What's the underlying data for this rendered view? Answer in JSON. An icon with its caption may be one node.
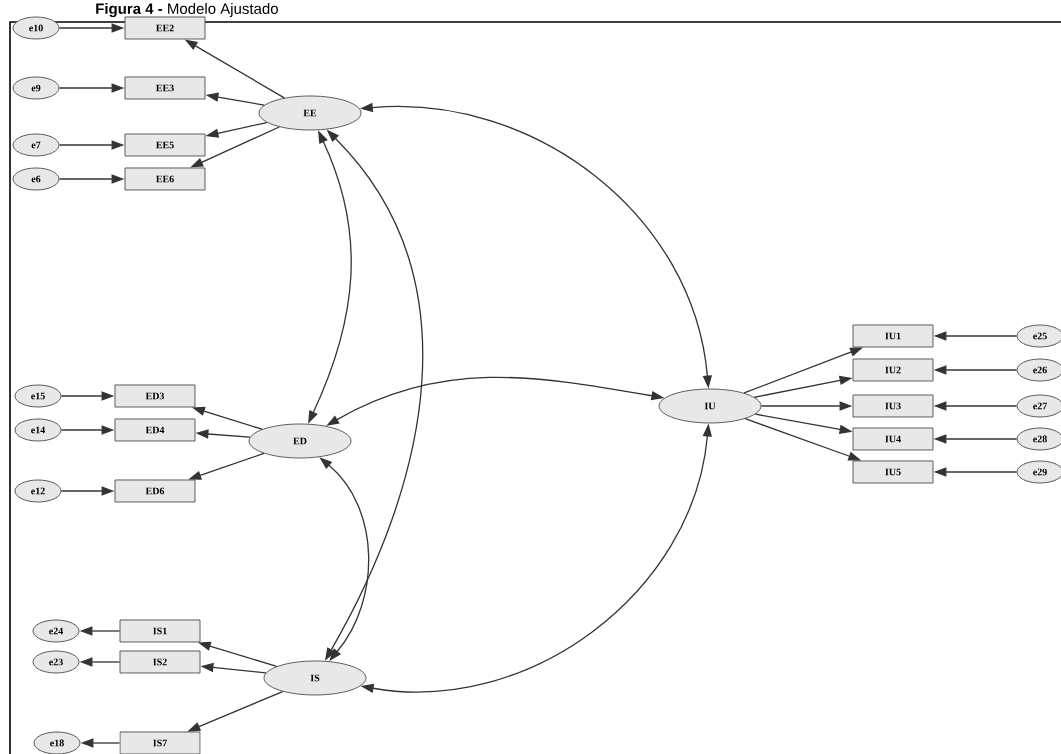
{
  "diagram": {
    "title": "**Figura 4 -** Modelo Ajustado",
    "nodes": [
      {
        "text": [
          "e10"
        ]
      },
      {
        "text": [
          "EE2"
        ]
      },
      {
        "text": [
          "e9"
        ]
      },
      {
        "text": [
          "EE3"
        ]
      },
      {
        "text": [
          "EE"
        ]
      },
      {
        "text": [
          "e7"
        ]
      },
      {
        "text": [
          "EE5"
        ]
      },
      {
        "text": [
          "e6"
        ]
      },
      {
        "text": [
          "EE6"
        ]
      },
      {
        "text": [
          "IU1"
        ]
      },
      {
        "text": [
          "e25"
        ]
      },
      {
        "text": [
          "IU2"
        ]
      },
      {
        "text": [
          "e26"
        ]
      },
      {
        "text": [
          "IU"
        ]
      },
      {
        "text": [
          "IU3"
        ]
      },
      {
        "text": [
          "e27"
        ]
      },
      {
        "text": [
          "IU4"
        ]
      },
      {
        "text": [
          "e28"
        ]
      },
      {
        "text": [
          "IU5"
        ]
      },
      {
        "text": [
          "e29"
        ]
      },
      {
        "text": [
          "e15"
        ]
      },
      {
        "text": [
          "ED3"
        ]
      },
      {
        "text": [
          "e14"
        ]
      },
      {
        "text": [
          "ED4"
        ]
      },
      {
        "text": [
          "ED"
        ]
      },
      {
        "text": [
          "e12"
        ]
      },
      {
        "text": [
          "ED6"
        ]
      },
      {
        "text": [
          "e24"
        ]
      },
      {
        "text": [
          "IS1"
        ]
      },
      {
        "text": [
          "e23"
        ]
      },
      {
        "text": [
          "IS2"
        ]
      },
      {
        "text": [
          "IS"
        ]
      },
      {
        "text": [
          "e18"
        ]
      },
      {
        "text": [
          "IS7"
        ]
      }
    ],
    "edges": [
      {
        "from": 0,
        "to": 1,
        "arrow": "to"
      },
      {
        "from": 2,
        "to": 3,
        "arrow": "to"
      },
      {
        "from": 5,
        "to": 6,
        "arrow": "to"
      },
      {
        "from": 7,
        "to": 8,
        "arrow": "to"
      },
      {
        "from": 4,
        "to": 1,
        "arrow": "to"
      },
      {
        "from": 4,
        "to": 3,
        "arrow": "to"
      },
      {
        "from": 4,
        "to": 6,
        "arrow": "to"
      },
      {
        "from": 4,
        "to": 8,
        "arrow": "to"
      },
      {
        "from": 13,
        "to": 9,
        "arrow": "to"
      },
      {
        "from": 13,
        "to": 11,
        "arrow": "to"
      },
      {
        "from": 13,
        "to": 14,
        "arrow": "to"
      },
      {
        "from": 13,
        "to": 16,
        "arrow": "to"
      },
      {
        "from": 13,
        "to": 18,
        "arrow": "to"
      },
      {
        "from": 10,
        "to": 9,
        "arrow": "to"
      },
      {
        "from": 12,
        "to": 11,
        "arrow": "to"
      },
      {
        "from": 15,
        "to": 14,
        "arrow": "to"
      },
      {
        "from": 17,
        "to": 16,
        "arrow": "to"
      },
      {
        "from": 19,
        "to": 18,
        "arrow": "to"
      },
      {
        "from": 20,
        "to": 21,
        "arrow": "to"
      },
      {
        "from": 22,
        "to": 23,
        "arrow": "to"
      },
      {
        "from": 25,
        "to": 26,
        "arrow": "to"
      },
      {
        "from": 24,
        "to": 21,
        "arrow": "to"
      },
      {
        "from": 24,
        "to": 23,
        "arrow": "to"
      },
      {
        "from": 24,
        "to": 26,
        "arrow": "to"
      },
      {
        "from": 28,
        "to": 27,
        "arrow": "to"
      },
      {
        "from": 30,
        "to": 29,
        "arrow": "to"
      },
      {
        "from": 33,
        "to": 32,
        "arrow": "to"
      },
      {
        "from": 31,
        "to": 28,
        "arrow": "to"
      },
      {
        "from": 31,
        "to": 30,
        "arrow": "to"
      },
      {
        "from": 31,
        "to": 33,
        "arrow": "to"
      },
      {
        "from": 4,
        "to": 13,
        "arrow": "both"
      },
      {
        "from": 4,
        "to": 24,
        "arrow": "both"
      },
      {
        "from": 4,
        "to": 31,
        "arrow": "both"
      },
      {
        "from": 24,
        "to": 13,
        "arrow": "both"
      },
      {
        "from": 24,
        "to": 31,
        "arrow": "both"
      },
      {
        "from": 31,
        "to": 13,
        "arrow": "both"
      }
    ]
  }
}
